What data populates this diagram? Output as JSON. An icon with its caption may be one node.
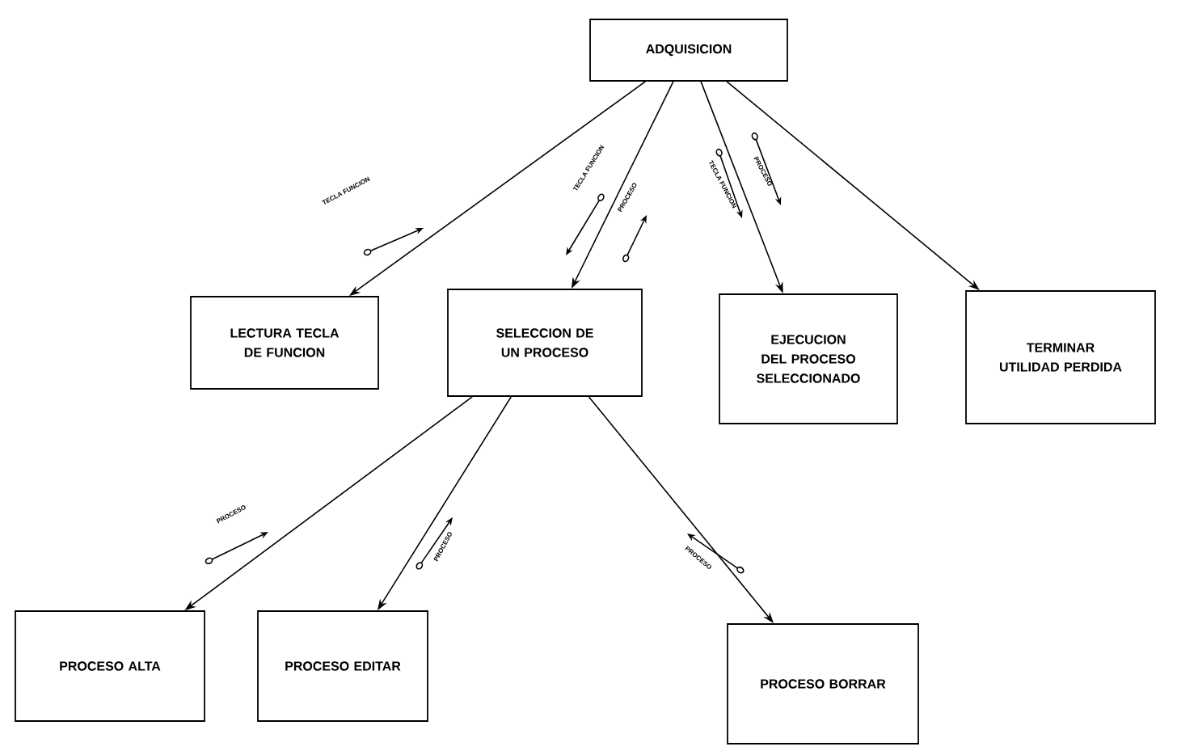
{
  "diagram": {
    "nodes": [
      {
        "text": [
          "ADQUISICION"
        ]
      },
      {
        "text": [
          "LECTURA TECLA DE FUNCION"
        ]
      },
      {
        "text": [
          "SELECCION DE UN PROCESO"
        ]
      },
      {
        "text": [
          "EJECUCION DEL PROCESO SELECCIONADO"
        ]
      },
      {
        "text": [
          "TERMINAR UTILIDAD PERDIDA"
        ]
      },
      {
        "text": [
          "PROCESO ALTA"
        ]
      },
      {
        "text": [
          "PROCESO EDITAR"
        ]
      },
      {
        "text": [
          "PROCESO BORRAR"
        ]
      }
    ],
    "edges": [
      {
        "from": 0,
        "to": 1,
        "arrow": "to"
      },
      {
        "from": 0,
        "to": 2,
        "arrow": "to"
      },
      {
        "from": 0,
        "to": 3,
        "arrow": "to"
      },
      {
        "from": 0,
        "to": 4,
        "arrow": "to"
      },
      {
        "from": 2,
        "to": 5,
        "arrow": "to"
      },
      {
        "from": 2,
        "to": 6,
        "arrow": "to"
      },
      {
        "from": 2,
        "to": 7,
        "arrow": "to"
      }
    ],
    "labels": [
      "TECLA FUNCION",
      "TECLA FUNCION",
      "PROCESO",
      "TECLA FUNCION",
      "PROCESO",
      "PROCESO",
      "PROCESO",
      "PROCESO"
    ]
  }
}
